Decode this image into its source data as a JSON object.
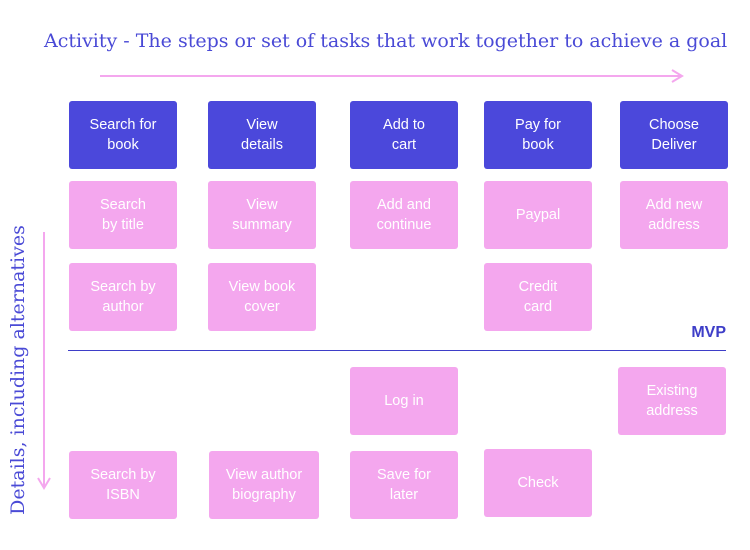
{
  "title": "Activity - The steps or set of tasks that work together to achieve a goal",
  "side_label": "Details, including alternatives",
  "mvp_label": "MVP",
  "colors": {
    "activity": "#4b48db",
    "detail": "#f4a7ee",
    "heading": "#4a4ad6",
    "arrow": "#f4a7ee"
  },
  "activities": [
    {
      "line1": "Search for",
      "line2": "book"
    },
    {
      "line1": "View",
      "line2": "details"
    },
    {
      "line1": "Add to",
      "line2": "cart"
    },
    {
      "line1": "Pay for",
      "line2": "book"
    },
    {
      "line1": "Choose",
      "line2": "Deliver"
    }
  ],
  "details": {
    "search_title": {
      "line1": "Search",
      "line2": "by title"
    },
    "view_summary": {
      "line1": "View",
      "line2": "summary"
    },
    "add_continue": {
      "line1": "Add and",
      "line2": "continue"
    },
    "paypal": {
      "line1": "Paypal",
      "line2": ""
    },
    "add_address": {
      "line1": "Add new",
      "line2": "address"
    },
    "search_author": {
      "line1": "Search by",
      "line2": "author"
    },
    "view_cover": {
      "line1": "View book",
      "line2": "cover"
    },
    "credit_card": {
      "line1": "Credit",
      "line2": "card"
    },
    "log_in": {
      "line1": "Log in",
      "line2": ""
    },
    "existing_address": {
      "line1": "Existing",
      "line2": "address"
    },
    "search_isbn": {
      "line1": "Search by",
      "line2": "ISBN"
    },
    "view_biography": {
      "line1": "View author",
      "line2": "biography"
    },
    "save_later": {
      "line1": "Save for",
      "line2": "later"
    },
    "check": {
      "line1": "Check",
      "line2": ""
    }
  }
}
